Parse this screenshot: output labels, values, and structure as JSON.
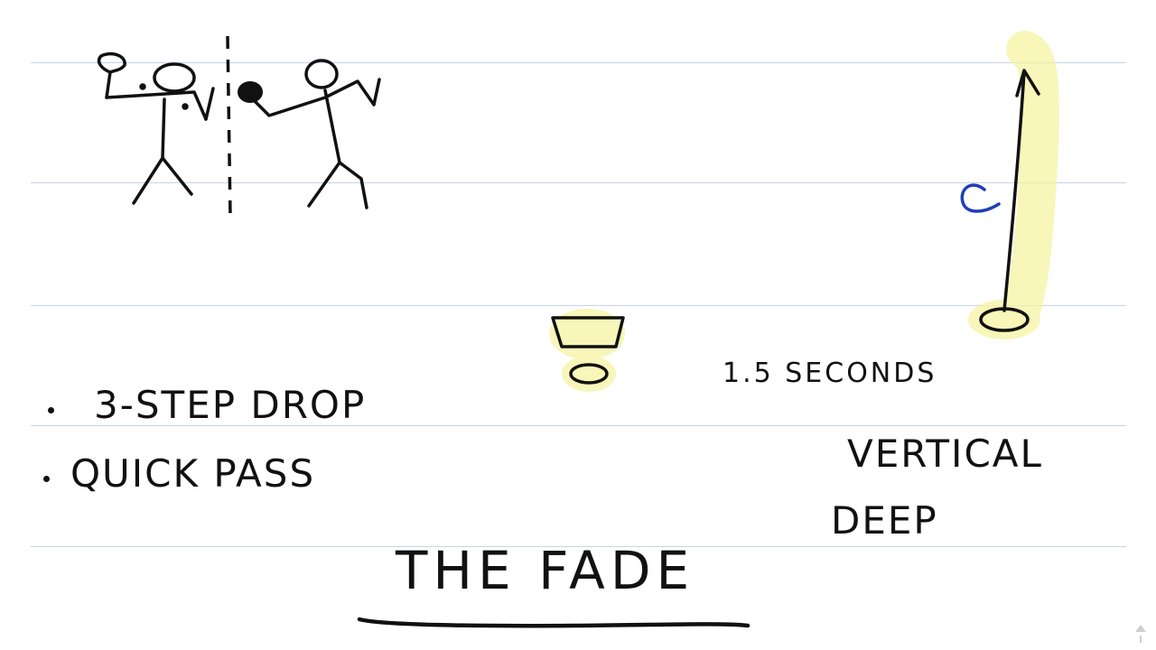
{
  "canvas": {
    "background": "#ffffff",
    "rule_color": "#c9d3e6",
    "ink_color": "#111111",
    "highlight_color": "#f6f3a2",
    "accent_blue": "#1f3fb8"
  },
  "bullets": [
    "3-STEP DROP",
    "QUICK PASS"
  ],
  "title": "THE FADE",
  "timing_note": "1.5 SECONDS",
  "route_words": [
    "VERTICAL",
    "DEEP"
  ],
  "route_label": "C",
  "icons": {
    "stick_figures": "stick-figure-icon",
    "football": "football-icon",
    "quarterback_square": "square-icon",
    "receiver_ellipse": "ellipse-icon",
    "route_arrow": "arrow-up-icon",
    "scroll": "scroll-indicator-icon"
  }
}
